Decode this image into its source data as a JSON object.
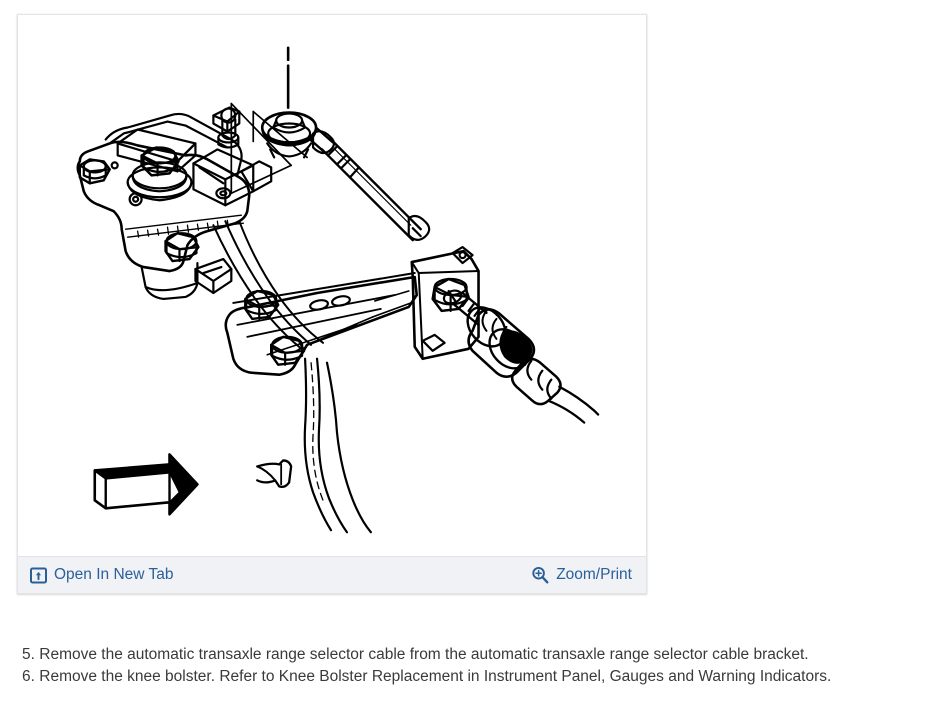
{
  "figure": {
    "alt": "Automatic transaxle range selector cable and bracket assembly line drawing",
    "toolbar": {
      "open_new_tab": {
        "label": "Open In New Tab",
        "icon": "open-in-new-tab-icon"
      },
      "zoom_print": {
        "label": "Zoom/Print",
        "icon": "magnifier-plus-icon"
      }
    },
    "link_color": "#2a6099",
    "toolbar_background": "#f1f2f6",
    "panel_border_color": "#e3e3e3",
    "drawing_stroke_color": "#000000"
  },
  "steps": [
    {
      "number": "5.",
      "text": "Remove the automatic transaxle range selector cable from the automatic transaxle range selector cable bracket."
    },
    {
      "number": "6.",
      "text": "Remove the knee bolster. Refer to Knee Bolster Replacement in Instrument Panel, Gauges and Warning Indicators."
    }
  ],
  "text_color": "#3a3a3a"
}
